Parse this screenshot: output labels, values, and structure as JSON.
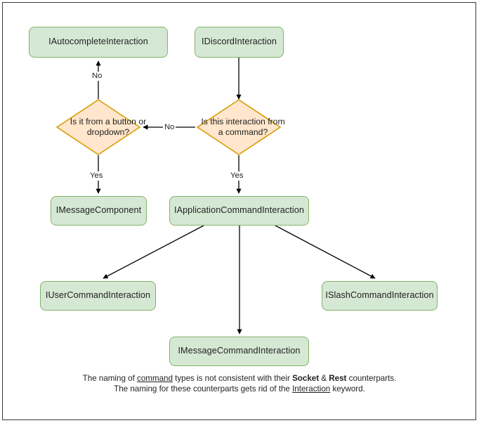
{
  "diagram": {
    "title": "Discord interaction type hierarchy flowchart",
    "colors": {
      "process_fill": "#d5e8d4",
      "process_stroke": "#82b366",
      "decision_fill": "#ffe6cc",
      "decision_stroke": "#d79b00",
      "edge_stroke": "#000000",
      "text": "#1f1f1f",
      "frame": "#3a3a3a",
      "background": "#ffffff"
    },
    "nodes": [
      {
        "id": "autocomplete",
        "type": "process",
        "label": "IAutocompleteInteraction"
      },
      {
        "id": "discord",
        "type": "process",
        "label": "IDiscordInteraction"
      },
      {
        "id": "decision_button",
        "type": "decision",
        "label": "Is it from a button or dropdown?"
      },
      {
        "id": "decision_command",
        "type": "decision",
        "label": "Is this interaction from a command?"
      },
      {
        "id": "message_component",
        "type": "process",
        "label": "IMessageComponent"
      },
      {
        "id": "app_command",
        "type": "process",
        "label": "IApplicationCommandInteraction"
      },
      {
        "id": "user_command",
        "type": "process",
        "label": "IUserCommandInteraction"
      },
      {
        "id": "slash_command",
        "type": "process",
        "label": "ISlashCommandInteraction"
      },
      {
        "id": "message_command",
        "type": "process",
        "label": "IMessageCommandInteraction"
      }
    ],
    "edges": [
      {
        "from": "discord",
        "to": "decision_command",
        "label": ""
      },
      {
        "from": "decision_command",
        "to": "decision_button",
        "label": "No"
      },
      {
        "from": "decision_command",
        "to": "app_command",
        "label": "Yes"
      },
      {
        "from": "decision_button",
        "to": "autocomplete",
        "label": "No"
      },
      {
        "from": "decision_button",
        "to": "message_component",
        "label": "Yes"
      },
      {
        "from": "app_command",
        "to": "user_command",
        "label": ""
      },
      {
        "from": "app_command",
        "to": "message_command",
        "label": ""
      },
      {
        "from": "app_command",
        "to": "slash_command",
        "label": ""
      }
    ],
    "edge_labels": {
      "no_to_autocomplete": "No",
      "no_between_decisions": "No",
      "yes_to_message_component": "Yes",
      "yes_to_app_command": "Yes"
    },
    "caption": {
      "line1_a": "The naming of ",
      "line1_underline": "command",
      "line1_b": " types is not consistent with their",
      "line2_bold1": "Socket",
      "line2_amp": " & ",
      "line2_bold2": "Rest",
      "line2_rest": " counterparts. The naming for these",
      "line3_a": "counterparts gets rid of the ",
      "line3_underline": "Interaction",
      "line3_b": " keyword."
    }
  }
}
